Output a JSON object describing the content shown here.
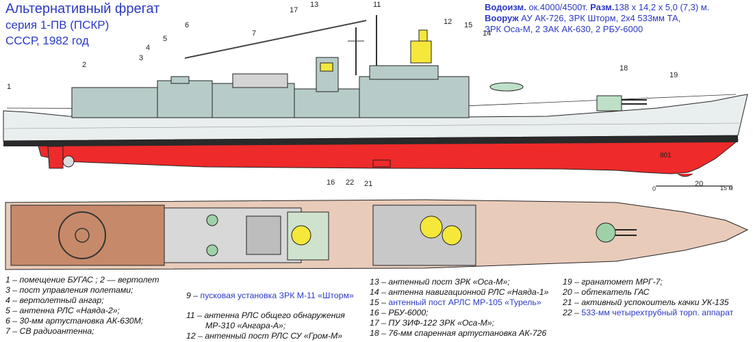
{
  "header": {
    "title": "Альтернативный фрегат",
    "series": "серия 1-ПВ (ПСКР)",
    "country_year": "СССР, 1982 год"
  },
  "specs": {
    "line1_label1": "Водоизм.",
    "line1_value1": "ок.4000/4500т.",
    "line1_label2": "Разм.",
    "line1_value2": "138 х 14,2 х 5,0 (7,3) м.",
    "line2_label": "Вооруж",
    "line2_value": "АУ АК-726, ЗРК Шторм, 2х4 533мм ТА,",
    "line3_value": "ЗРК Оса-М, 2 ЗАК АК-630, 2 РБУ-6000"
  },
  "drawing": {
    "hull_number": "801",
    "scale_zero": "0",
    "scale_end": "15 м",
    "callouts": [
      "1",
      "2",
      "3",
      "4",
      "5",
      "6",
      "17",
      "13",
      "11",
      "12",
      "15",
      "14",
      "7",
      "18",
      "19",
      "16",
      "22",
      "21",
      "20"
    ]
  },
  "legend": {
    "c1": [
      {
        "num": "1 –",
        "text": "помещение БУГАС ;  2 — вертолет"
      },
      {
        "num": "3 –",
        "text": "пост управления полетами;"
      },
      {
        "num": "4 –",
        "text": "вертолетный ангар;"
      },
      {
        "num": "5 –",
        "text": "антенна РЛС «Наяда-2»;"
      },
      {
        "num": "6 –",
        "text": "30-мм артустановка АК-630М;"
      },
      {
        "num": "7 –",
        "text": "СВ радиоантенна;"
      }
    ],
    "c2": [
      {
        "num": "9 –",
        "text": "пусковая установка ЗРК М-11 «Шторм»"
      },
      {
        "num": "11 –",
        "text": "антенна РЛС общего обнаружения"
      },
      {
        "num": "",
        "text": "МР-310 «Ангара-А»;"
      },
      {
        "num": "12 –",
        "text": "антенный пост  РЛС СУ «Гром-М»"
      }
    ],
    "c3": [
      {
        "num": "13 –",
        "text": "антенный пост ЗРК «Оса-М»;"
      },
      {
        "num": "14 –",
        "text": "антенна навигационной РЛС «Наяда-1»"
      },
      {
        "num": "15 –",
        "text": "антенный пост АРЛС МР-105 «Турель»"
      },
      {
        "num": "16 –",
        "text": "РБУ-6000;"
      },
      {
        "num": "17 –",
        "text": "ПУ ЗИФ-122  ЗРК «Оса-М»;"
      },
      {
        "num": "18 –",
        "text": "76-мм спаренная артустановка АК-726"
      }
    ],
    "c4": [
      {
        "num": "19 –",
        "text": "гранатомет МРГ-7;"
      },
      {
        "num": "20 –",
        "text": "обтекатель  ГАС"
      },
      {
        "num": "21 –",
        "text": "активный успокоитель качки УК-135"
      },
      {
        "num": "22 –",
        "text": "533-мм четырехтрубный торп. аппарат"
      }
    ]
  }
}
